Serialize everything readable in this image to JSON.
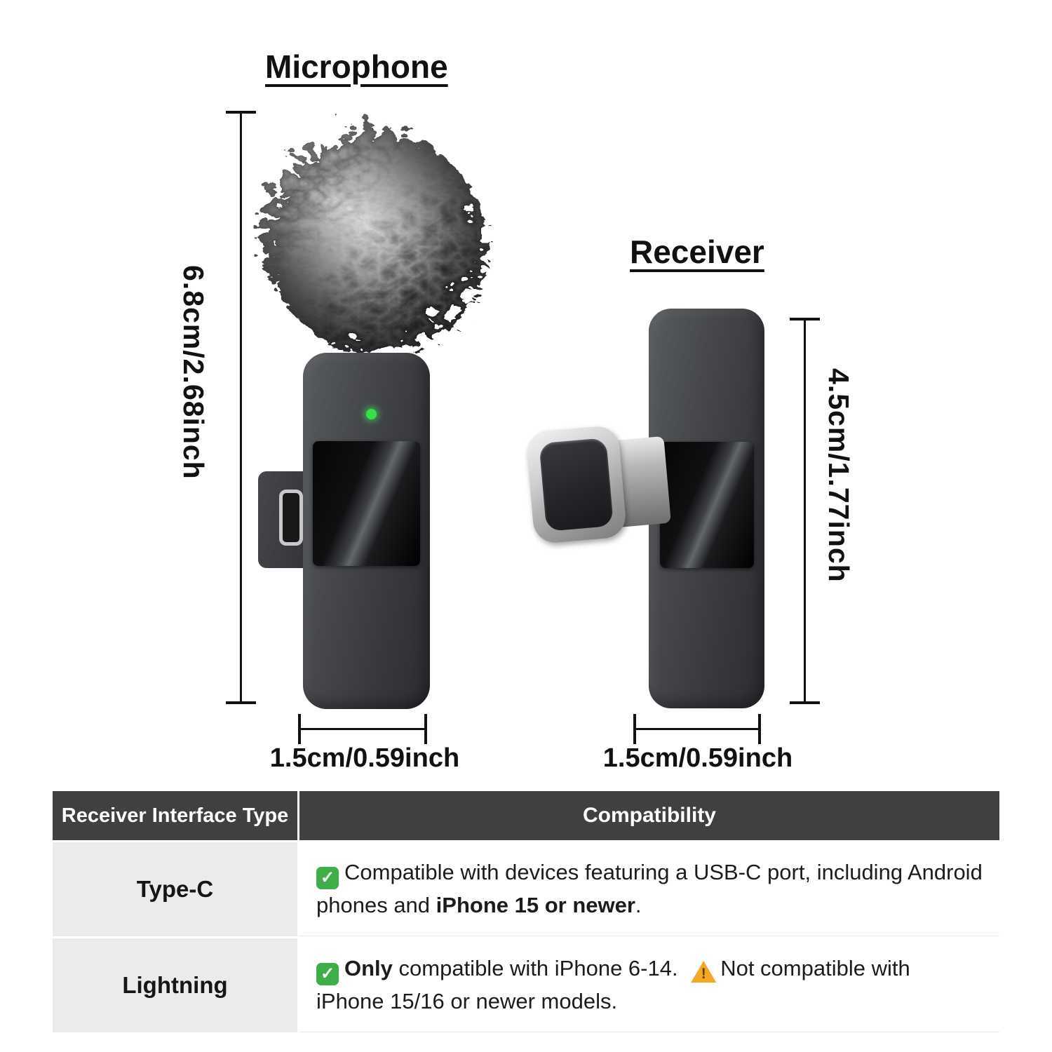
{
  "page": {
    "background": "#ffffff"
  },
  "microphone": {
    "title": "Microphone",
    "height_label": "6.8cm/2.68inch",
    "width_label": "1.5cm/0.59inch",
    "led_color": "#35e04a"
  },
  "receiver": {
    "title": "Receiver",
    "height_label": "4.5cm/1.77inch",
    "width_label": "1.5cm/0.59inch"
  },
  "table": {
    "header": {
      "col1": "Receiver Interface Type",
      "col2": "Compatibility"
    },
    "rows": [
      {
        "interface": "Type-C",
        "check_icon": "check-icon",
        "text_before": "Compatible with devices featuring a USB-C port, including Android phones and ",
        "text_bold": "iPhone 15 or newer",
        "text_after": "."
      },
      {
        "interface": "Lightning",
        "check_icon": "check-icon",
        "bold_lead": "Only",
        "text_mid": " compatible with iPhone 6-14. ",
        "warning_icon": "warning-icon",
        "text_end": "Not compatible with iPhone 15/16 or newer models."
      }
    ]
  },
  "icons": {
    "check_glyph": "✓",
    "warning_glyph": "!"
  },
  "colors": {
    "header_bg": "#404040",
    "row_label_bg": "#ebebeb",
    "check_green": "#3fae49",
    "warning_orange": "#f5a623",
    "led_green": "#35e04a",
    "text": "#111111"
  }
}
